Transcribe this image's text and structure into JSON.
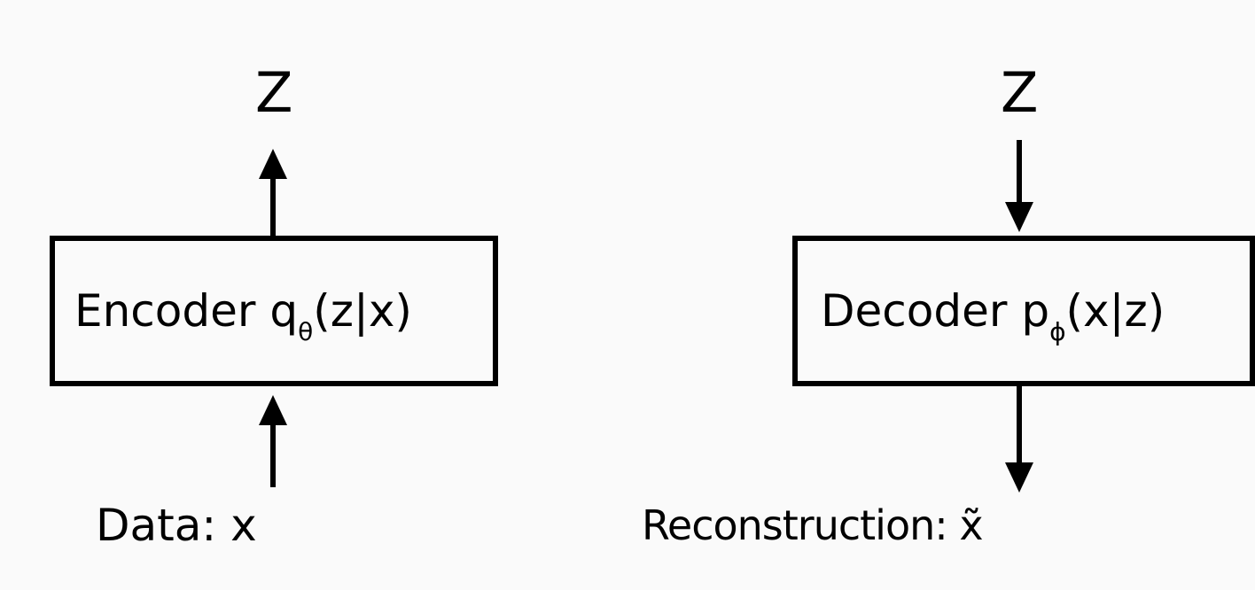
{
  "encoder": {
    "latent_label": "Z",
    "box_name": "Encoder",
    "box_func": "q",
    "box_sub": "θ",
    "box_args": "(z|x)",
    "input_label": "Data: x"
  },
  "decoder": {
    "latent_label": "Z",
    "box_name": "Decoder",
    "box_func": "p",
    "box_sub": "ϕ",
    "box_args": "(x|z)",
    "output_label": "Reconstruction: x̃"
  },
  "colors": {
    "background": "#fafafa",
    "stroke": "#000000"
  }
}
